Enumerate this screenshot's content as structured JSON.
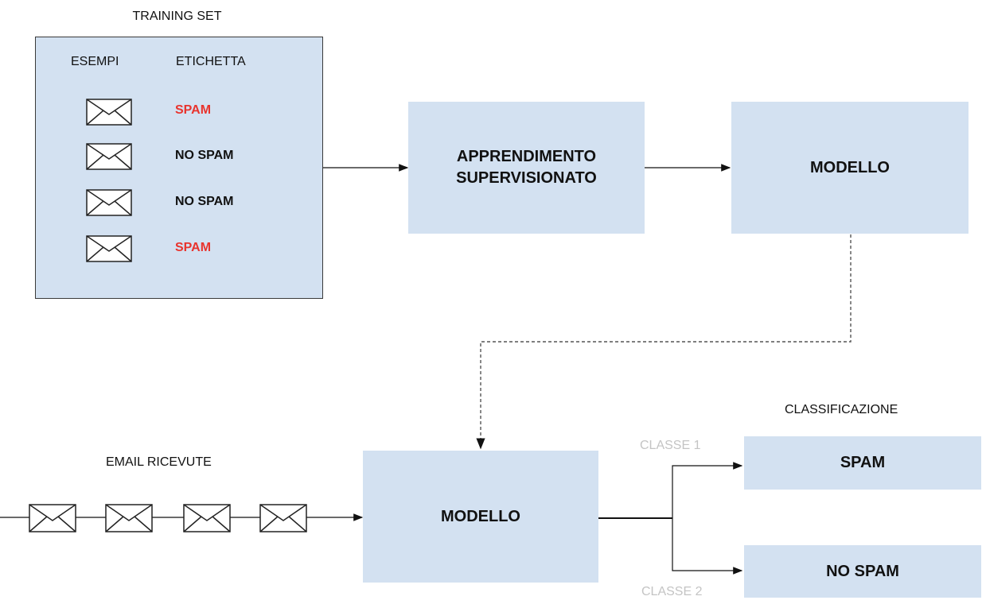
{
  "training_set": {
    "title": "TRAINING SET",
    "col_examples": "ESEMPI",
    "col_label": "ETICHETTA",
    "rows": [
      {
        "label": "SPAM",
        "color": "#e8342e"
      },
      {
        "label": "NO SPAM",
        "color": "#111111"
      },
      {
        "label": "NO SPAM",
        "color": "#111111"
      },
      {
        "label": "SPAM",
        "color": "#e8342e"
      }
    ]
  },
  "learning": {
    "label": "APPRENDIMENTO SUPERVISIONATO"
  },
  "model_top": {
    "label": "MODELLO"
  },
  "model_bottom": {
    "label": "MODELLO"
  },
  "emails": {
    "title": "EMAIL RICEVUTE"
  },
  "classification": {
    "title": "CLASSIFICAZIONE",
    "class1": {
      "caption": "CLASSE 1",
      "label": "SPAM"
    },
    "class2": {
      "caption": "CLASSE 2",
      "label": "NO SPAM"
    }
  },
  "colors": {
    "box_fill": "#d3e1f1",
    "spam_red": "#e8342e",
    "caption_grey": "#c4c4c4"
  },
  "icons": [
    "envelope-icon"
  ]
}
